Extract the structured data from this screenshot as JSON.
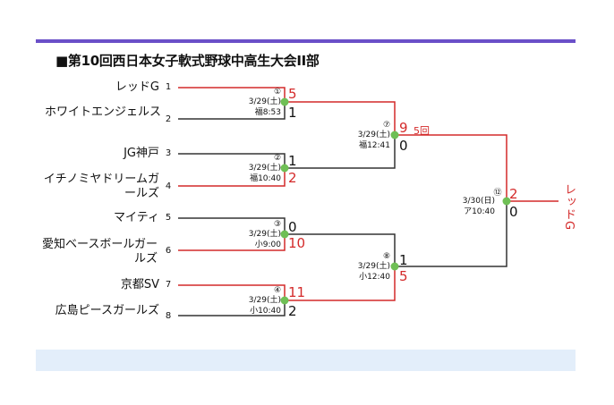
{
  "title": "■第10回西日本女子軟式野球中高生大会II部",
  "colors": {
    "accent": "#6a4fc8",
    "winner_line": "#d42a2a",
    "loser_line": "#333333",
    "match_dot": "#6fbf55",
    "band": "#e3eefa"
  },
  "teams": [
    {
      "seed": "1",
      "name": "レッドG"
    },
    {
      "seed": "2",
      "name": "ホワイトエンジェルス"
    },
    {
      "seed": "3",
      "name": "JG神戸"
    },
    {
      "seed": "4",
      "name": "イチノミヤドリームガールズ"
    },
    {
      "seed": "5",
      "name": "マイティ"
    },
    {
      "seed": "6",
      "name": "愛知ベースボールガールズ"
    },
    {
      "seed": "7",
      "name": "京都SV"
    },
    {
      "seed": "8",
      "name": "広島ピースガールズ"
    }
  ],
  "matches": [
    {
      "no": "①",
      "date": "3/29(土)",
      "place_time": "福8:53",
      "score_top": "5",
      "score_bottom": "1",
      "winner": "top"
    },
    {
      "no": "②",
      "date": "3/29(土)",
      "place_time": "福10:40",
      "score_top": "1",
      "score_bottom": "2",
      "winner": "bottom"
    },
    {
      "no": "③",
      "date": "3/29(土)",
      "place_time": "小9:00",
      "score_top": "0",
      "score_bottom": "10",
      "winner": "bottom"
    },
    {
      "no": "④",
      "date": "3/29(土)",
      "place_time": "小10:40",
      "score_top": "11",
      "score_bottom": "2",
      "winner": "top"
    },
    {
      "no": "⑦",
      "date": "3/29(土)",
      "place_time": "福12:41",
      "score_top": "9",
      "score_bottom": "0",
      "winner": "top",
      "note": "5回"
    },
    {
      "no": "⑧",
      "date": "3/29(土)",
      "place_time": "小12:40",
      "score_top": "1",
      "score_bottom": "5",
      "winner": "bottom"
    },
    {
      "no": "⑫",
      "date": "3/30(日)",
      "place_time": "ア10:40",
      "score_top": "2",
      "score_bottom": "0",
      "winner": "top"
    }
  ],
  "champion": "レッドG"
}
